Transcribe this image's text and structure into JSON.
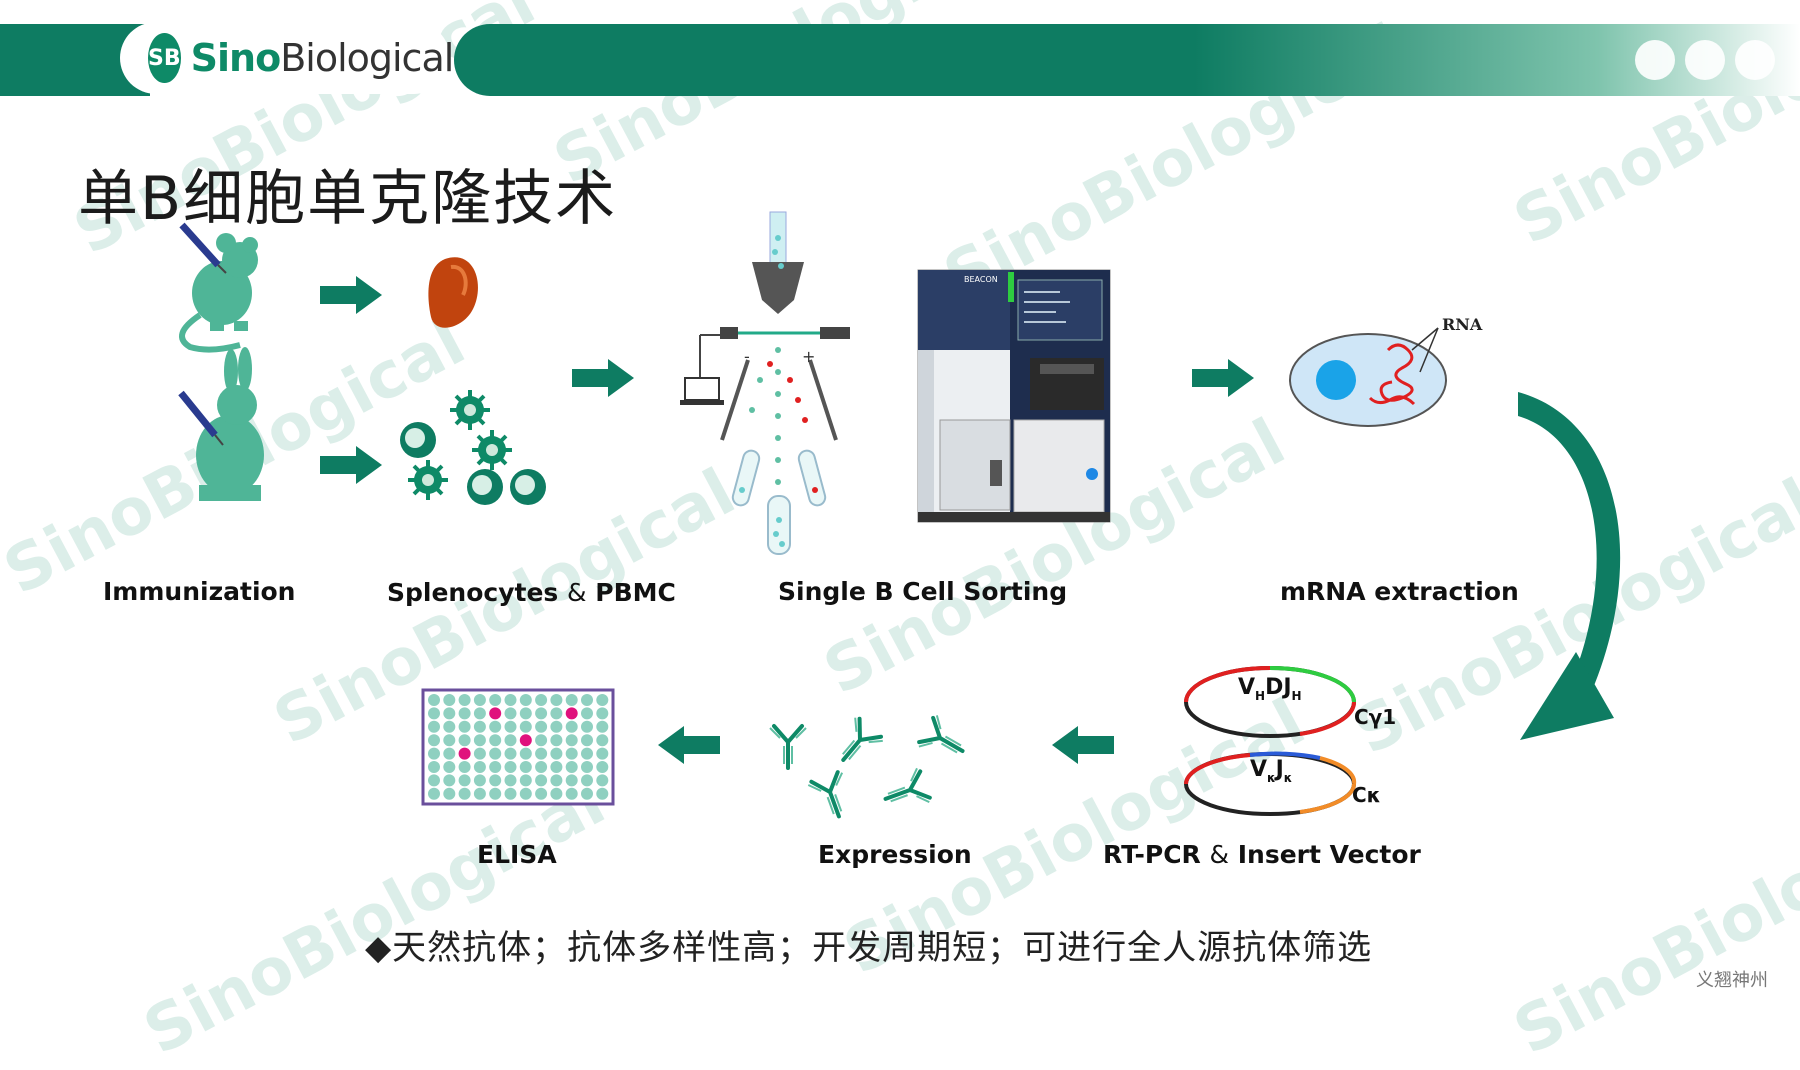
{
  "brand": {
    "badge": "SB",
    "name_part1": "Sino",
    "name_part2": "Biological"
  },
  "title": "单B细胞单克隆技术",
  "steps": {
    "immunization": "Immunization",
    "splenocytes": "Splenocytes",
    "splenocytes_amp": "&",
    "splenocytes_2": "PBMC",
    "sorting": "Single B Cell Sorting",
    "mrna": "mRNA extraction",
    "rtpcr": "RT-PCR",
    "rtpcr_amp": "&",
    "rtpcr_2": "Insert  Vector",
    "expression": "Expression",
    "elisa": "ELISA"
  },
  "machine_label": "BEACON",
  "rna_label": "RNA",
  "vector": {
    "heavy": {
      "v": "V",
      "v_sub": "H",
      "dj": "DJ",
      "dj_sub": "H",
      "c": "Cγ1"
    },
    "light": {
      "v": "V",
      "v_sub": "κ",
      "j": "J",
      "j_sub": "κ",
      "c": "Cκ"
    }
  },
  "footnote": "◆天然抗体；抗体多样性高；开发周期短；可进行全人源抗体筛选",
  "corner_note": "义翘神州",
  "watermark": "SinoBiological",
  "colors": {
    "brand_green": "#0e8a67",
    "arrow_green": "#0e7c62",
    "animal_teal": "#4fb597",
    "red": "#e02020",
    "plate_border": "#6a4f9c",
    "plate_well": "#8fd0c0",
    "plate_hit": "#e0127d"
  }
}
